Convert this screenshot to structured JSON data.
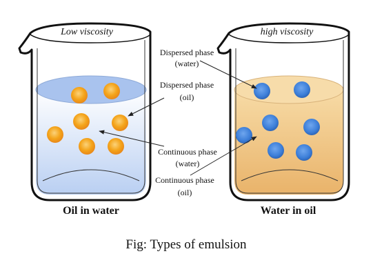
{
  "beakers": {
    "left": {
      "label": "Low viscosity",
      "caption": "Oil in water",
      "liquid_color": "#b9cff2",
      "droplet_color": "#f4a41a"
    },
    "right": {
      "label": "high viscosity",
      "caption": "Water in oil",
      "liquid_color": "#f0c78a",
      "droplet_color": "#3d7fd9"
    }
  },
  "annotations": {
    "dispersed_water": {
      "line1": "Dispersed phase",
      "line2": "(water)"
    },
    "dispersed_oil": {
      "line1": "Dispersed phase",
      "line2": "(oil)"
    },
    "continuous_water": {
      "line1": "Continuous phase",
      "line2": "(water)"
    },
    "continuous_oil": {
      "line1": "Continuous phase",
      "line2": "(oil)"
    }
  },
  "figure_caption": "Fig: Types of emulsion"
}
